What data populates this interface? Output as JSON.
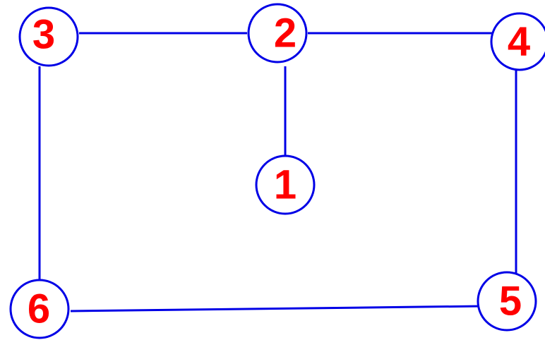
{
  "graph": {
    "nodes": [
      {
        "id": "1",
        "label": "1"
      },
      {
        "id": "2",
        "label": "2"
      },
      {
        "id": "3",
        "label": "3"
      },
      {
        "id": "4",
        "label": "4"
      },
      {
        "id": "5",
        "label": "5"
      },
      {
        "id": "6",
        "label": "6"
      }
    ],
    "edges": [
      {
        "from": "3",
        "to": "2"
      },
      {
        "from": "2",
        "to": "4"
      },
      {
        "from": "2",
        "to": "1"
      },
      {
        "from": "3",
        "to": "6"
      },
      {
        "from": "4",
        "to": "5"
      },
      {
        "from": "6",
        "to": "5"
      }
    ],
    "colors": {
      "edge": "#0000e6",
      "node_stroke": "#0000e6",
      "node_fill": "#ffffff",
      "label": "#ff0000"
    }
  }
}
